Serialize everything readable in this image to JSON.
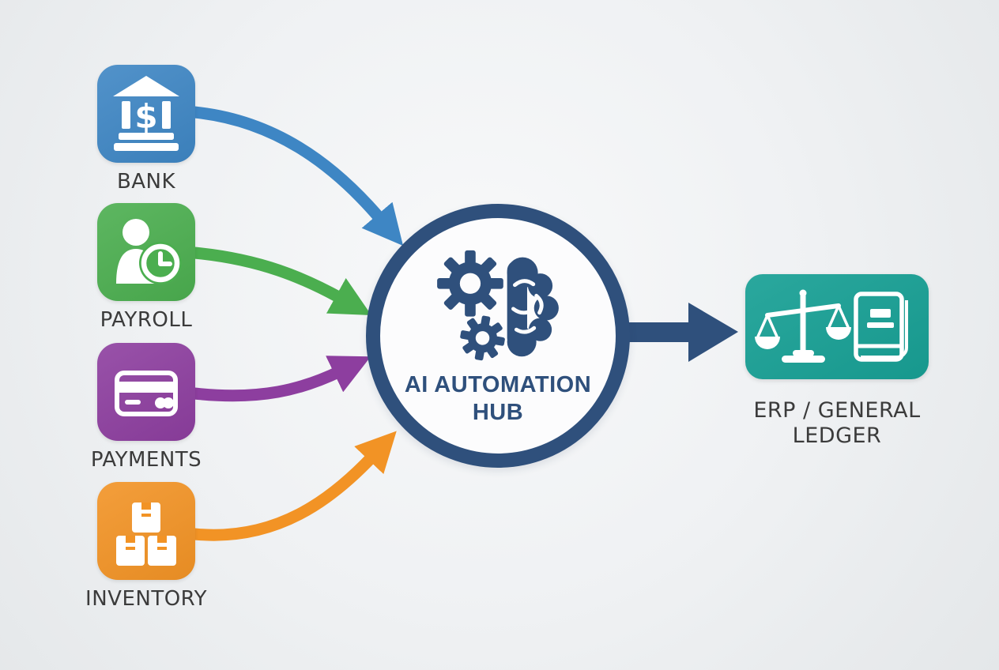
{
  "diagram": {
    "sources": [
      {
        "id": "bank",
        "label": "BANK",
        "color": "#3e86c4",
        "icon": "bank-dollar-icon"
      },
      {
        "id": "payroll",
        "label": "PAYROLL",
        "color": "#4bae4f",
        "icon": "person-clock-icon"
      },
      {
        "id": "payments",
        "label": "PAYMENTS",
        "color": "#8d3e9f",
        "icon": "credit-card-icon"
      },
      {
        "id": "inventory",
        "label": "INVENTORY",
        "color": "#f29325",
        "icon": "stacked-boxes-icon"
      }
    ],
    "hub": {
      "label": "AI AUTOMATION HUB",
      "ring_color": "#2f507c",
      "fill_color": "#fcfcfd",
      "icon": "gears-brain-icon"
    },
    "target": {
      "label": "ERP / GENERAL LEDGER",
      "color": "#18a095",
      "icons": [
        "balance-scales-icon",
        "ledger-book-icon"
      ]
    },
    "label_color": "#3b3b3b",
    "connections": [
      {
        "from": "BANK",
        "to": "AI AUTOMATION HUB",
        "color": "#3e86c4"
      },
      {
        "from": "PAYROLL",
        "to": "AI AUTOMATION HUB",
        "color": "#4bae4f"
      },
      {
        "from": "PAYMENTS",
        "to": "AI AUTOMATION HUB",
        "color": "#8d3e9f"
      },
      {
        "from": "INVENTORY",
        "to": "AI AUTOMATION HUB",
        "color": "#f29325"
      },
      {
        "from": "AI AUTOMATION HUB",
        "to": "ERP / GENERAL LEDGER",
        "color": "#2f507c"
      }
    ]
  }
}
